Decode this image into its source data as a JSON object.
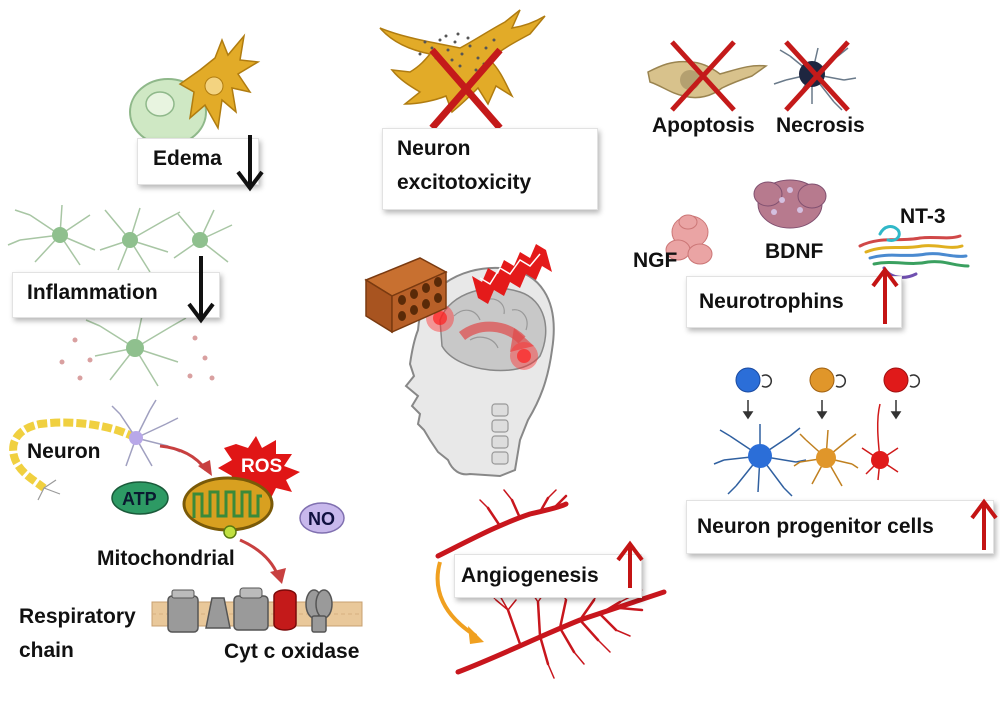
{
  "colors": {
    "down_arrow": "#111111",
    "up_arrow": "#c41414",
    "neuron_gold": "#e2ab28",
    "vessel_red": "#c8161d",
    "astro_green": "#8fc08e",
    "cross_red": "#c41a1a",
    "ros_red": "#e01616",
    "atp_fill": "#2d9a64",
    "no_fill": "#c8b8ec",
    "membrane": "#e9c89a"
  },
  "labels": {
    "edema": "Edema",
    "excitotoxicity_line1": "Neuron",
    "excitotoxicity_line2": "excitotoxicity",
    "apoptosis": "Apoptosis",
    "necrosis": "Necrosis",
    "inflammation": "Inflammation",
    "ngf": "NGF",
    "bdnf": "BDNF",
    "nt3": "NT-3",
    "neurotrophins": "Neurotrophins",
    "neuron": "Neuron",
    "ros": "ROS",
    "atp": "ATP",
    "no": "NO",
    "mitochondrial": "Mitochondrial",
    "respiratory_line1": "Respiratory",
    "respiratory_line2": "chain",
    "cyt_c_oxidase": "Cyt c oxidase",
    "angiogenesis": "Angiogenesis",
    "progenitor": "Neuron progenitor cells"
  },
  "trends": {
    "edema": "decrease",
    "inflammation": "decrease",
    "neurotrophins": "increase",
    "angiogenesis": "increase",
    "progenitor_cells": "increase"
  },
  "icons": [
    "edema-cell-icon",
    "neuron-excitotoxicity-icon",
    "apoptosis-cell-icon",
    "necrosis-cell-icon",
    "astrocyte-icon",
    "protein-icon",
    "brick-icon",
    "head-profile-icon",
    "lightning-icon",
    "mitochondrion-icon",
    "membrane-icon",
    "blood-vessel-icon",
    "progenitor-cell-icon"
  ]
}
